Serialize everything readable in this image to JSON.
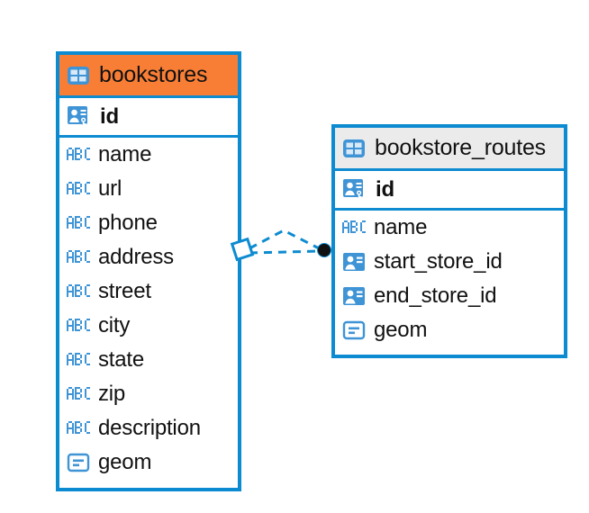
{
  "diagram": {
    "type": "entity-relationship-diagram",
    "colors": {
      "border_blue": "#0d8bd1",
      "icon_blue": "#3f94d6",
      "header_orange": "#f87e36",
      "header_gray": "#ebebeb",
      "text": "#111111",
      "connector_blue": "#0d8bd1",
      "connector_endpoint": "#111111"
    },
    "entities": [
      {
        "id": "bookstores",
        "title": "bookstores",
        "header_icon": "table-icon",
        "header_style": "orange",
        "fields": [
          {
            "name": "id",
            "icon": "primary-key-icon",
            "key": true
          },
          {
            "name": "name",
            "icon": "abc-text-icon",
            "key": false
          },
          {
            "name": "url",
            "icon": "abc-text-icon",
            "key": false
          },
          {
            "name": "phone",
            "icon": "abc-text-icon",
            "key": false
          },
          {
            "name": "address",
            "icon": "abc-text-icon",
            "key": false
          },
          {
            "name": "street",
            "icon": "abc-text-icon",
            "key": false
          },
          {
            "name": "city",
            "icon": "abc-text-icon",
            "key": false
          },
          {
            "name": "state",
            "icon": "abc-text-icon",
            "key": false
          },
          {
            "name": "zip",
            "icon": "abc-text-icon",
            "key": false
          },
          {
            "name": "description",
            "icon": "abc-text-icon",
            "key": false
          },
          {
            "name": "geom",
            "icon": "geometry-icon",
            "key": false
          }
        ]
      },
      {
        "id": "bookstore_routes",
        "title": "bookstore_routes",
        "header_icon": "table-icon",
        "header_style": "gray",
        "fields": [
          {
            "name": "id",
            "icon": "primary-key-icon",
            "key": true
          },
          {
            "name": "name",
            "icon": "abc-text-icon",
            "key": false
          },
          {
            "name": "start_store_id",
            "icon": "foreign-key-icon",
            "key": false
          },
          {
            "name": "end_store_id",
            "icon": "foreign-key-icon",
            "key": false
          },
          {
            "name": "geom",
            "icon": "geometry-icon",
            "key": false
          }
        ]
      }
    ],
    "relationship": {
      "from_entity": "bookstores",
      "to_entity": "bookstore_routes",
      "line_style": "dashed",
      "source_endpoint": "diamond",
      "target_endpoint": "filled-circle",
      "branches": 2
    }
  }
}
